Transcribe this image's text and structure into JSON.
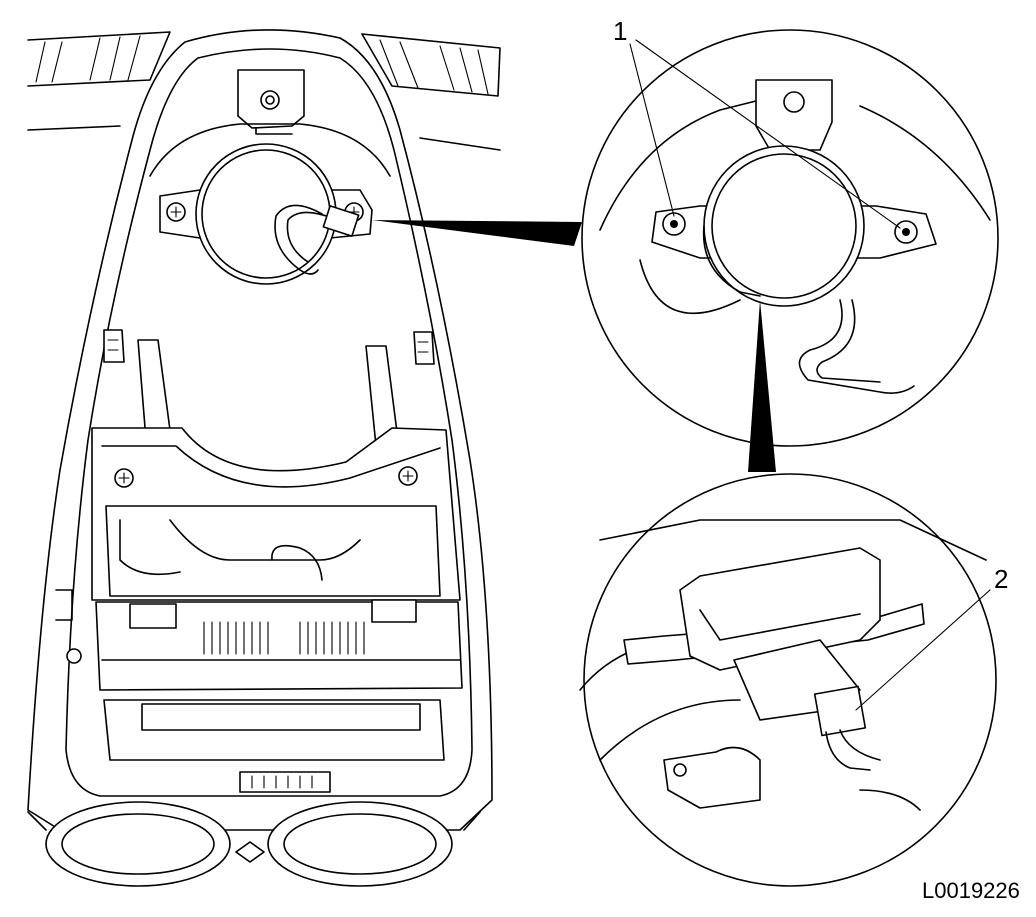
{
  "figure": {
    "callouts": [
      {
        "number": "1"
      },
      {
        "number": "2"
      }
    ],
    "figure_code": "L0019226"
  },
  "colors": {
    "line": "#000000",
    "background": "#ffffff"
  }
}
